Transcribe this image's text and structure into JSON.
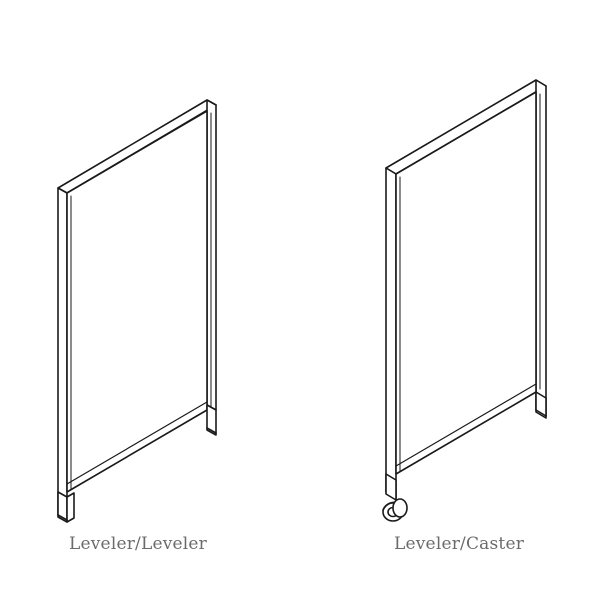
{
  "panels": [
    {
      "id": "leveler-leveler",
      "label": "Leveler/Leveler"
    },
    {
      "id": "leveler-caster",
      "label": "Leveler/Caster"
    }
  ],
  "colors": {
    "stroke": "#1a1a1a",
    "caption": "#6b6b6b",
    "background": "#ffffff"
  }
}
